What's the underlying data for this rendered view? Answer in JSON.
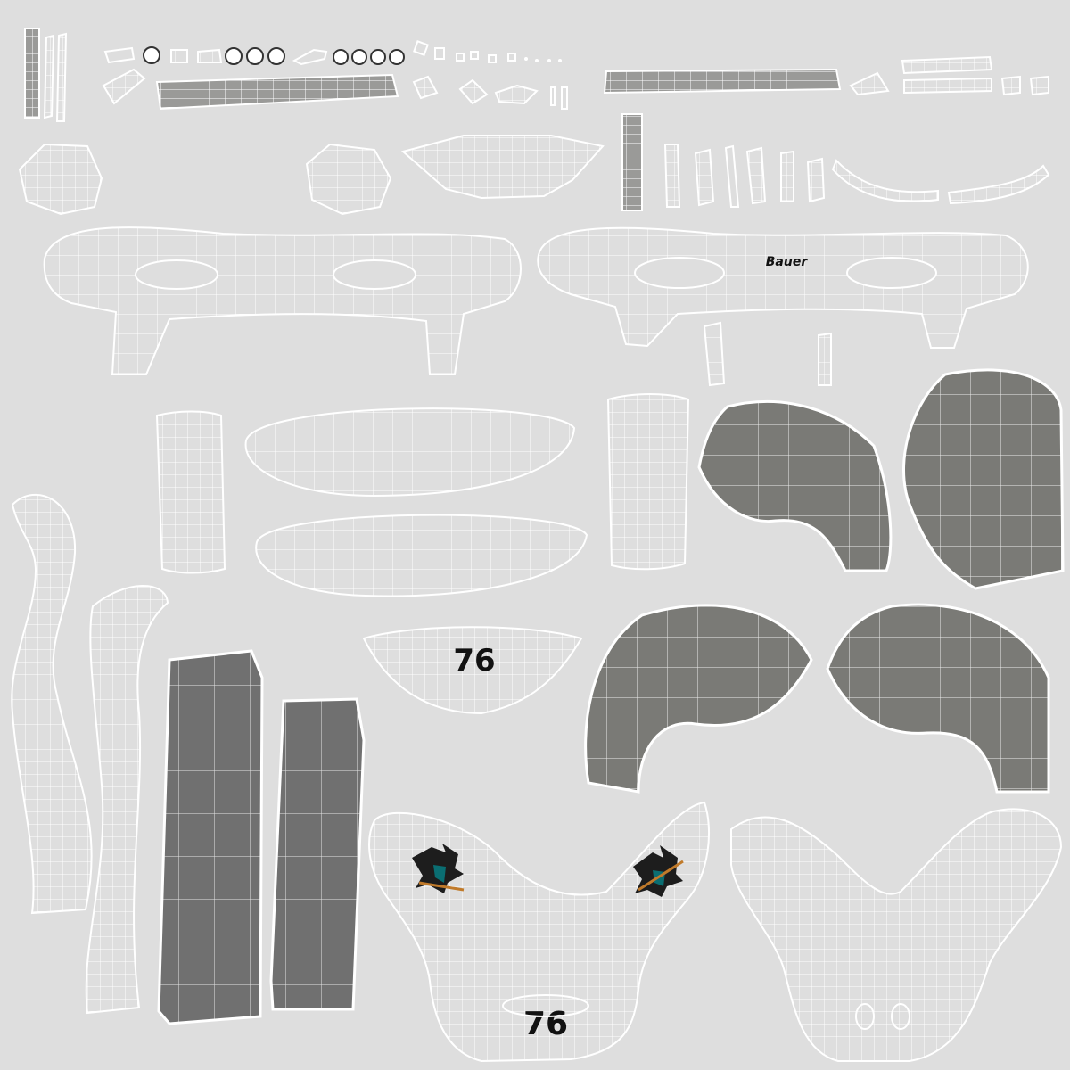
{
  "texture": {
    "background": "#dedede",
    "wire_color": "#ffffff",
    "fill_dark": "#6e6e6a",
    "fill_mid": "#7c7c78",
    "fill_light": "#b0b0ad",
    "number_color": "#111111"
  },
  "labels": {
    "brand": "Bauer",
    "jersey_number_top": "76",
    "jersey_number_bottom": "76"
  },
  "logos": [
    {
      "name": "shark-logo-left",
      "icon": "shark-icon"
    },
    {
      "name": "shark-logo-right",
      "icon": "shark-icon"
    }
  ]
}
